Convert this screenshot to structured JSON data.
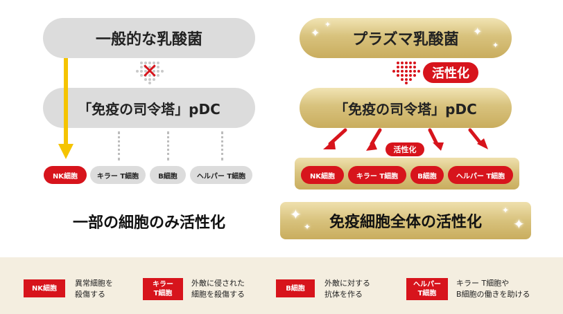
{
  "left": {
    "top_pill": "一般的な乳酸菌",
    "pdc_pill": "「免疫の司令塔」pDC",
    "cells": [
      "NK細胞",
      "キラー T細胞",
      "B細胞",
      "ヘルパー T細胞"
    ],
    "caption": "一部の細胞のみ活性化",
    "blocked_mark": "✕"
  },
  "right": {
    "top_pill": "プラズマ乳酸菌",
    "activation_badge": "活性化",
    "pdc_pill": "「免疫の司令塔」pDC",
    "small_badge": "活性化",
    "cells": [
      "NK細胞",
      "キラー T細胞",
      "B細胞",
      "ヘルパー T細胞"
    ],
    "caption": "免疫細胞全体の活性化"
  },
  "legend": [
    {
      "tag_lines": [
        "NK細胞"
      ],
      "desc_lines": [
        "異常細胞を",
        "殺傷する"
      ]
    },
    {
      "tag_lines": [
        "キラー",
        "T細胞"
      ],
      "desc_lines": [
        "外敵に侵された",
        "細胞を殺傷する"
      ]
    },
    {
      "tag_lines": [
        "B細胞"
      ],
      "desc_lines": [
        "外敵に対する",
        "抗体を作る"
      ]
    },
    {
      "tag_lines": [
        "ヘルパー",
        "T細胞"
      ],
      "desc_lines": [
        "キラー T細胞や",
        "B細胞の働きを助ける"
      ]
    }
  ],
  "colors": {
    "red": "#d7141c",
    "gray": "#dcdcdc",
    "gold": "#d8c27d",
    "yellow_arrow": "#f5c400",
    "footer_bg": "#f4eee0"
  },
  "icons": [
    "sparkle-icon",
    "down-arrow-icon",
    "cross-icon"
  ]
}
